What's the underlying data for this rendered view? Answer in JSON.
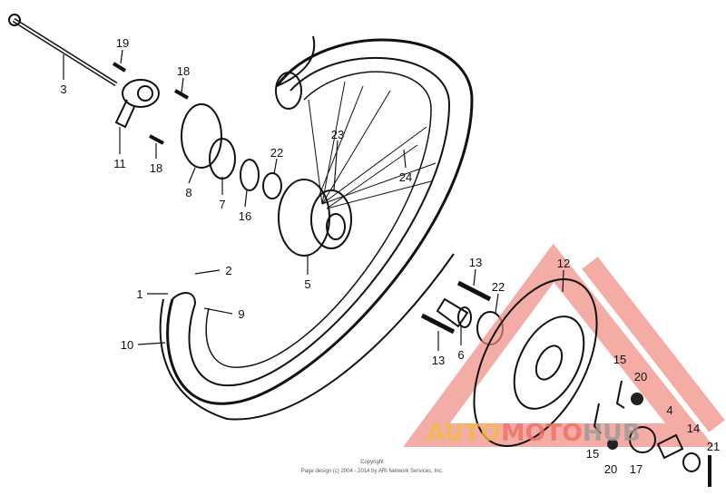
{
  "diagram": {
    "callouts": [
      "19",
      "3",
      "18",
      "11",
      "18",
      "8",
      "7",
      "16",
      "22",
      "23",
      "24",
      "5",
      "2",
      "1",
      "9",
      "10",
      "13",
      "22",
      "12",
      "6",
      "13",
      "15",
      "20",
      "4",
      "14",
      "21",
      "15",
      "20",
      "17"
    ]
  },
  "watermark": {
    "text_parts": [
      "AUTO",
      "MOTO",
      "HUB"
    ],
    "colors": {
      "auto": "#f5b949",
      "moto": "#ef6f65",
      "hub": "#9a9a9a",
      "triangle": "#f08a80"
    }
  },
  "footer": {
    "copyright_title": "Copyright",
    "copyright_line": "Page design (c) 2004 - 2014 by ARI Network Services, Inc."
  }
}
